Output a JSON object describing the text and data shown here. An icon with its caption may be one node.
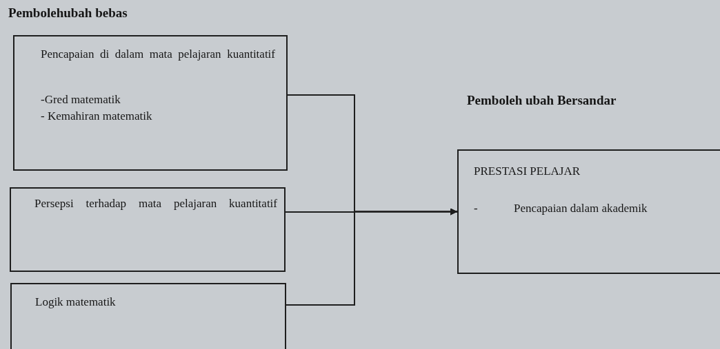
{
  "diagram": {
    "nodes": [
      {
        "text": [
          "Pencapaian di dalam mata pelajaran kuantitatif",
          "-Gred matematik",
          "- Kemahiran matematik"
        ]
      },
      {
        "text": [
          "Persepsi terhadap mata pelajaran kuantitatif"
        ]
      },
      {
        "text": [
          "Logik matematik"
        ]
      },
      {
        "text": [
          "PRESTASI PELAJAR",
          "-",
          "Pencapaian dalam akademik"
        ]
      }
    ],
    "edges": [
      {
        "from": 0,
        "to": 3,
        "arrow": "to"
      },
      {
        "from": 1,
        "to": 3,
        "arrow": "to"
      },
      {
        "from": 2,
        "to": 3,
        "arrow": "to"
      }
    ],
    "labels": [
      "Pembolehubah bebas",
      "Pemboleh ubah Bersandar"
    ]
  }
}
